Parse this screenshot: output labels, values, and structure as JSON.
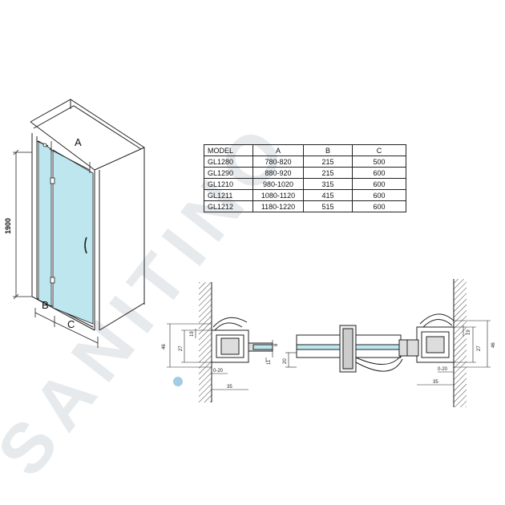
{
  "watermark": {
    "brand": "SANITINO",
    "color": "#e3e7ea",
    "accent": "#2f8fc4"
  },
  "labels": {
    "dim_a": "A",
    "dim_b": "B",
    "dim_c": "C",
    "height": "1900"
  },
  "table": {
    "headers": [
      "MODEL",
      "A",
      "B",
      "C"
    ],
    "rows": [
      [
        "GL1280",
        "780-820",
        "215",
        "500"
      ],
      [
        "GL1290",
        "880-920",
        "215",
        "600"
      ],
      [
        "GL1210",
        "980-1020",
        "315",
        "600"
      ],
      [
        "GL1211",
        "1080-1120",
        "415",
        "600"
      ],
      [
        "GL1212",
        "1180-1220",
        "515",
        "600"
      ]
    ]
  },
  "left_detail": {
    "d46": "46",
    "d27": "27",
    "d19": "19",
    "d8": "8",
    "d11": "11",
    "d20": "20",
    "d0_20": "0-20",
    "d35": "35"
  },
  "right_detail": {
    "d46": "46",
    "d27": "27",
    "d19": "19",
    "d0_20": "0-20",
    "d35": "35"
  },
  "colors": {
    "glass": "#bde6ef",
    "line": "#222222",
    "hatch": "#444444"
  }
}
